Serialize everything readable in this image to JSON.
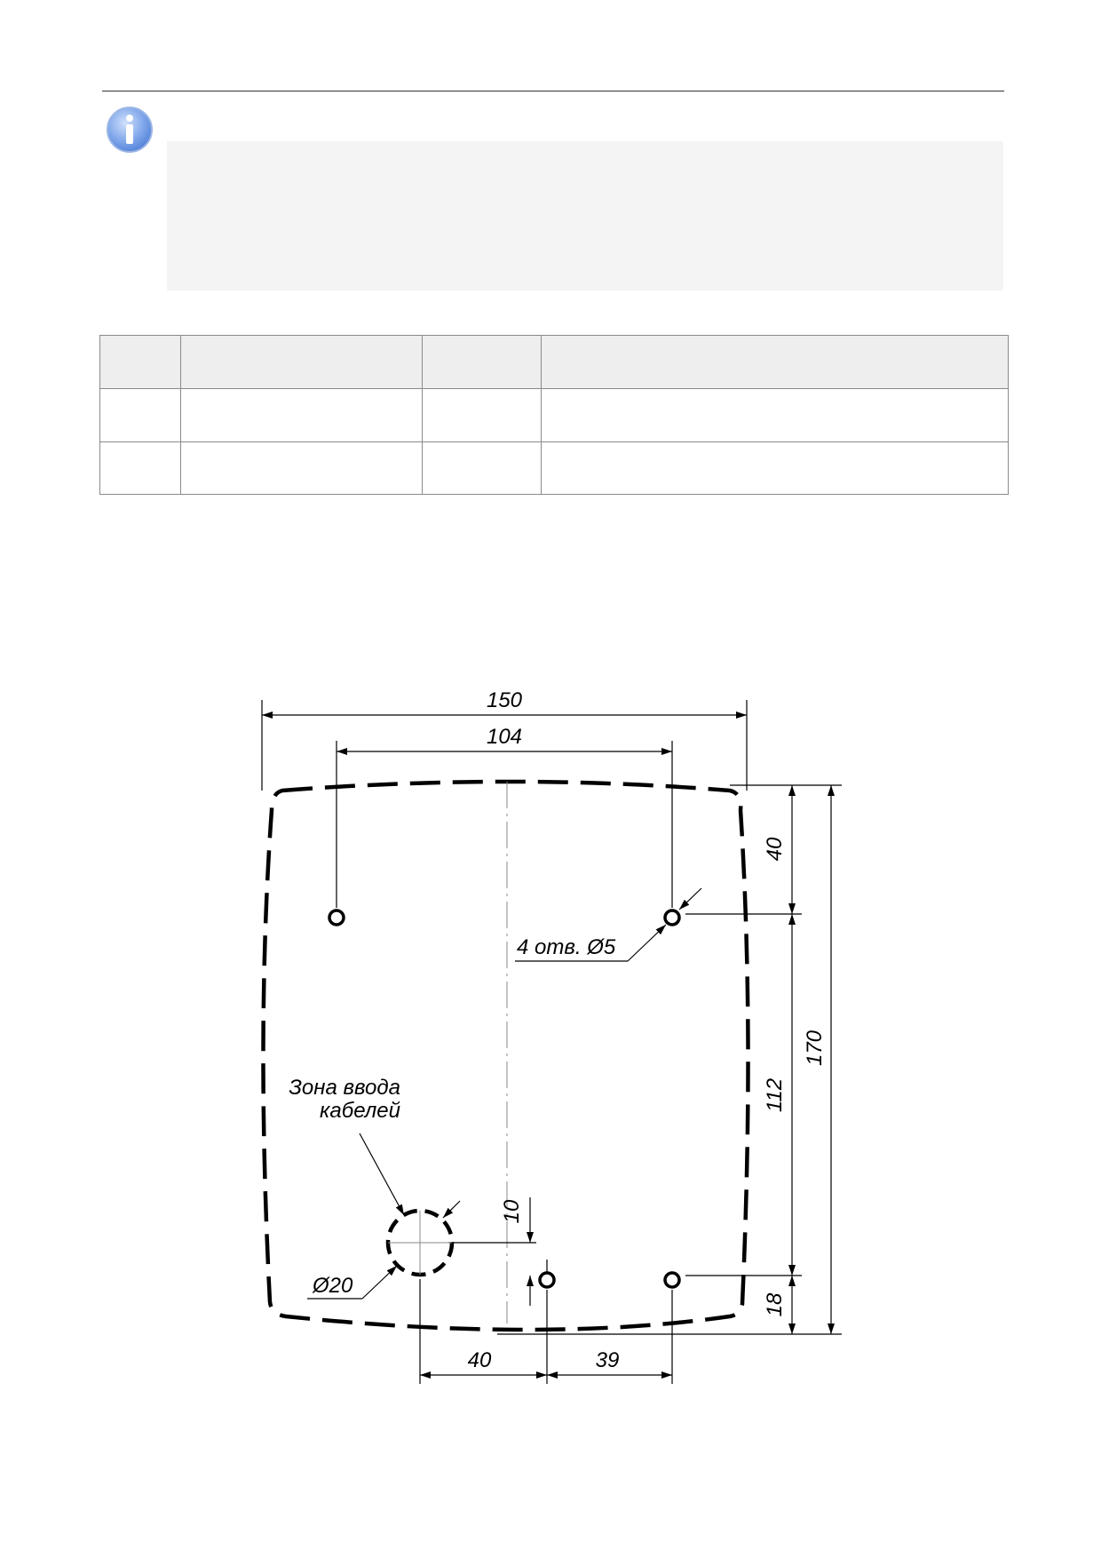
{
  "info_icon": "info-icon",
  "note": {
    "text": ""
  },
  "table": {
    "headers": [
      "",
      "",
      "",
      ""
    ],
    "rows": [
      [
        "",
        "",
        "",
        ""
      ],
      [
        "",
        "",
        "",
        ""
      ]
    ]
  },
  "drawing": {
    "dim_width_overall": "150",
    "dim_hole_spacing_top": "104",
    "dim_top_to_holes": "40",
    "dim_hole_vertical": "112",
    "dim_height_overall": "170",
    "dim_bottom": "18",
    "dim_cable_offset": "10",
    "dim_cable_to_hole": "40",
    "dim_hole_to_hole_bottom": "39",
    "hole_callout": "4 отв. Ø5",
    "cable_zone_line1": "Зона ввода",
    "cable_zone_line2": "кабелей",
    "cable_diameter": "Ø20"
  }
}
